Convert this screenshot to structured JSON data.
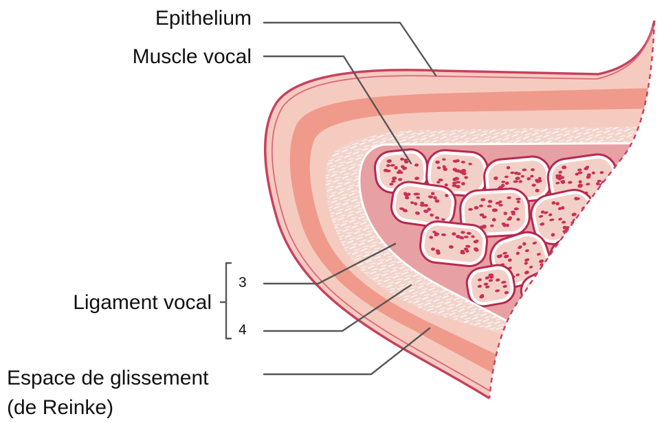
{
  "labels": {
    "epithelium": "Epithelium",
    "muscle_vocal": "Muscle vocal",
    "ligament_vocal": "Ligament vocal",
    "layer_3": "3",
    "layer_4": "4",
    "espace_line1": "Espace de glissement",
    "espace_line2": "(de Reinke)"
  },
  "colors": {
    "outline": "#c7415e",
    "epithelium_fill": "#f6cbbf",
    "superficial_band": "#f09a8b",
    "fibers_bg": "#f1d4cb",
    "fiber_strokes": "#ffffff",
    "muscle_border": "#b8284f",
    "muscle_fill": "#f3d0c7",
    "muscle_dots": "#c93055",
    "leader_lines": "#555555"
  }
}
